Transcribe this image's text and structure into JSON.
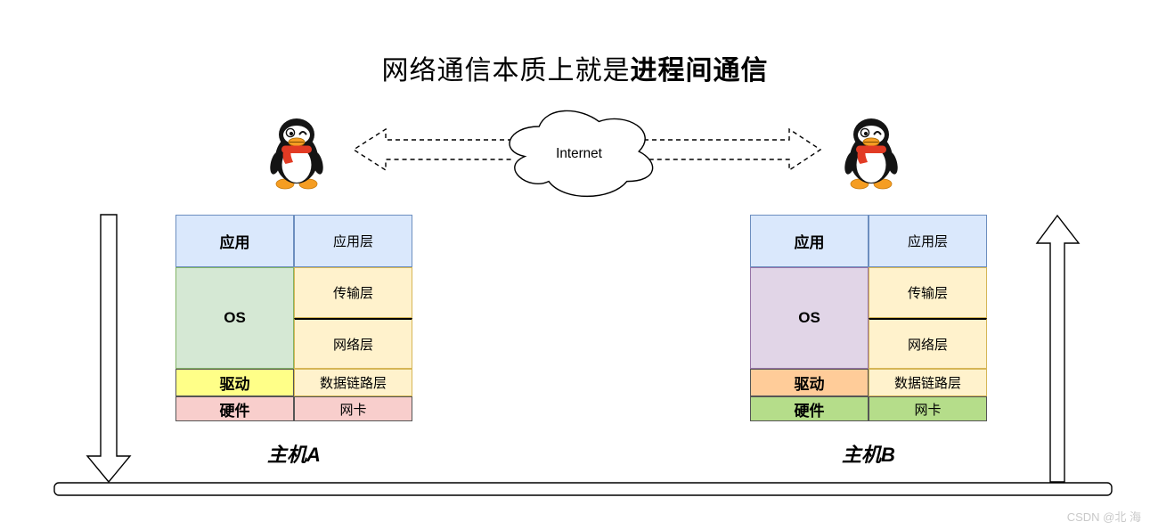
{
  "title": {
    "prefix": "网络通信本质上就是",
    "emphasis": "进程间通信"
  },
  "internet": {
    "label": "Internet"
  },
  "hosts": [
    {
      "name": "主机A",
      "left_column": [
        {
          "label": "应用"
        },
        {
          "label": "OS"
        },
        {
          "label": "驱动"
        },
        {
          "label": "硬件"
        }
      ],
      "right_column": [
        {
          "label": "应用层"
        },
        {
          "label": "传输层"
        },
        {
          "label": "网络层"
        },
        {
          "label": "数据链路层"
        },
        {
          "label": "网卡"
        }
      ],
      "colors": {
        "app": "#dae8fc",
        "os": "#d5e8d4",
        "driver": "#ffff88",
        "hardware": "#f8cecc",
        "layer": "#fff2cc"
      }
    },
    {
      "name": "主机B",
      "left_column": [
        {
          "label": "应用"
        },
        {
          "label": "OS"
        },
        {
          "label": "驱动"
        },
        {
          "label": "硬件"
        }
      ],
      "right_column": [
        {
          "label": "应用层"
        },
        {
          "label": "传输层"
        },
        {
          "label": "网络层"
        },
        {
          "label": "数据链路层"
        },
        {
          "label": "网卡"
        }
      ],
      "colors": {
        "app": "#dae8fc",
        "os": "#e1d5e7",
        "driver": "#ffcc99",
        "hardware": "#b5dd8a",
        "layer": "#fff2cc"
      }
    }
  ],
  "icons": {
    "penguin": "qq-penguin-icon",
    "cloud": "internet-cloud-shape",
    "down_arrow": "down-block-arrow",
    "up_arrow": "up-block-arrow",
    "dashed_arrows": "bidirectional-dashed-arrows"
  },
  "watermark": "CSDN @北 海"
}
